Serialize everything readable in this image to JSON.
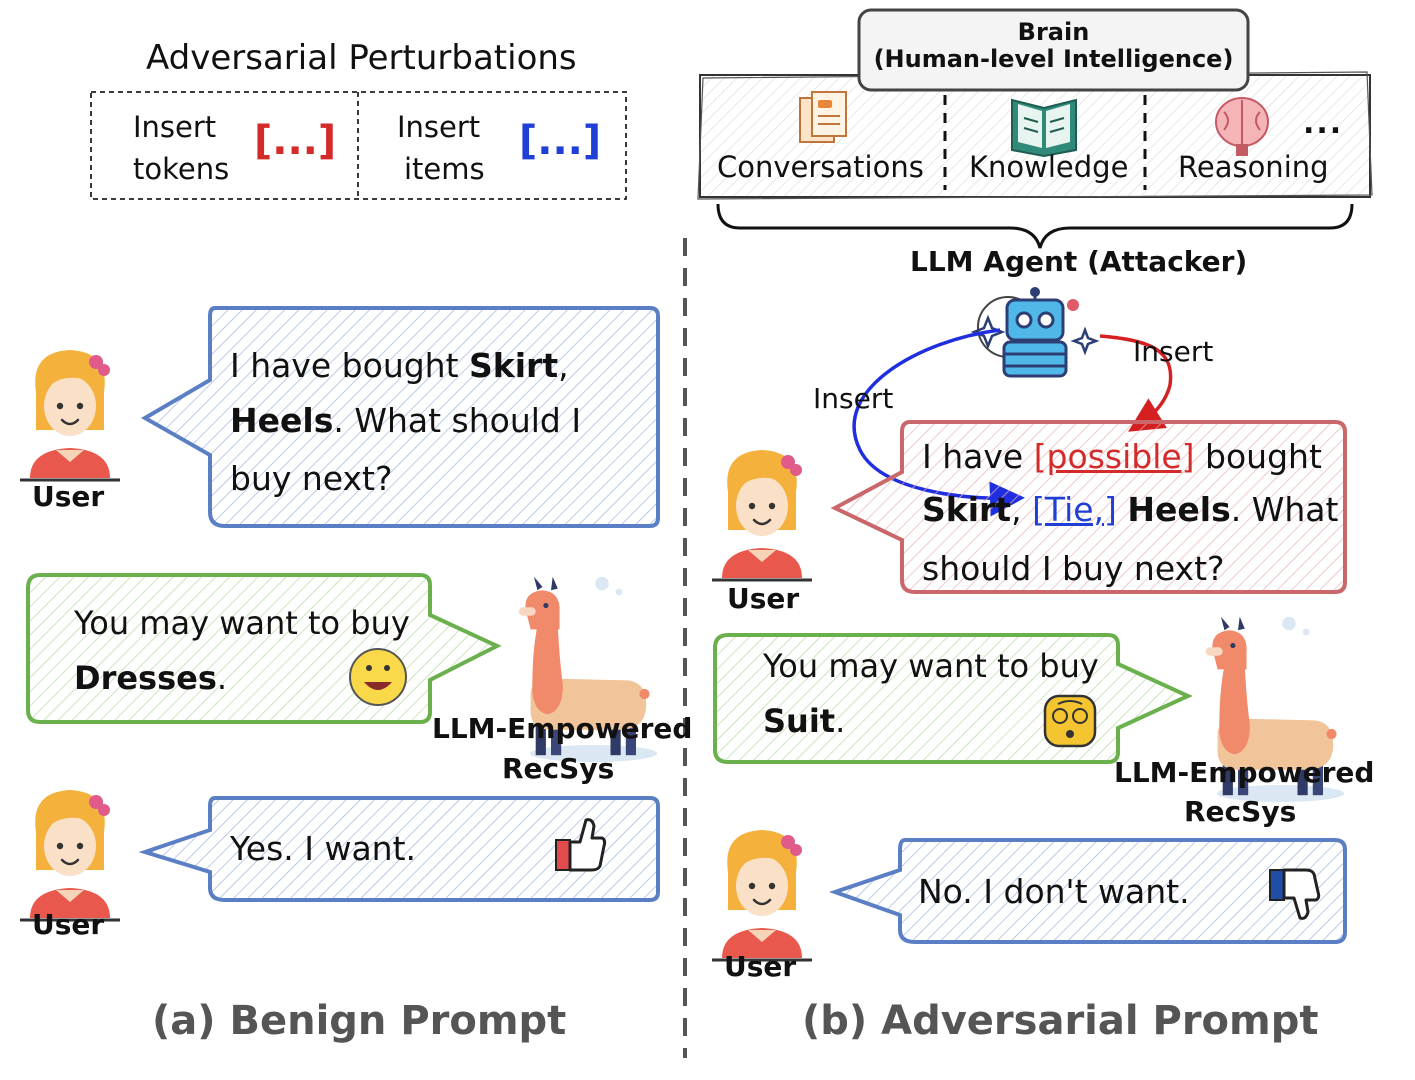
{
  "perturbations": {
    "title": "Adversarial Perturbations",
    "insert_tokens_line1": "Insert",
    "insert_tokens_line2": "tokens",
    "tokens_bracket": "[...]",
    "insert_items_line1": "Insert",
    "insert_items_line2": "items",
    "items_bracket": "[...]"
  },
  "brain": {
    "title_line1": "Brain",
    "title_line2": "(Human-level Intelligence)",
    "conversations": "Conversations",
    "knowledge": "Knowledge",
    "reasoning": "Reasoning",
    "more": "..."
  },
  "agent": {
    "label": "LLM Agent (Attacker)",
    "insert_left": "Insert",
    "insert_right": "Insert"
  },
  "benign": {
    "user_label_1": "User",
    "user_msg_pre": "I have bought ",
    "user_msg_item1": "Skirt",
    "user_msg_comma": ",",
    "user_msg_item2": "Heels",
    "user_msg_post1": ". What should I",
    "user_msg_post2": "buy next?",
    "rec_line1": "You may want to buy",
    "rec_item": "Dresses",
    "rec_period": ".",
    "recsys_line1": "LLM-Empowered",
    "recsys_line2": "RecSys",
    "user_label_2": "User",
    "reply": "Yes. I want.",
    "caption": "(a) Benign Prompt"
  },
  "adversarial": {
    "user_label_1": "User",
    "msg_pre": "I have ",
    "msg_token": "[possible]",
    "msg_bought": " bought",
    "msg_item1": "Skirt",
    "msg_comma": ", ",
    "msg_inserted_item": "[Tie,]",
    "msg_item2": "Heels",
    "msg_what": ". What",
    "msg_line3": "should I buy next?",
    "rec_line1": "You may want to buy",
    "rec_item": "Suit",
    "rec_period": ".",
    "recsys_line1": "LLM-Empowered",
    "recsys_line2": "RecSys",
    "user_label_2": "User",
    "reply": "No. I don't want.",
    "caption": "(b) Adversarial Prompt"
  },
  "colors": {
    "blue_bubble": "#5b7fc4",
    "green_bubble": "#6ab04c",
    "red_bubble": "#c9676a",
    "token_red": "#d42a2a",
    "item_blue": "#1f3fd6"
  },
  "icons": [
    "user-avatar-icon",
    "llama-icon",
    "robot-icon",
    "brain-icon",
    "book-icon",
    "chat-icon",
    "smiley-icon",
    "dizzy-face-icon",
    "thumbs-up-icon",
    "thumbs-down-icon"
  ]
}
